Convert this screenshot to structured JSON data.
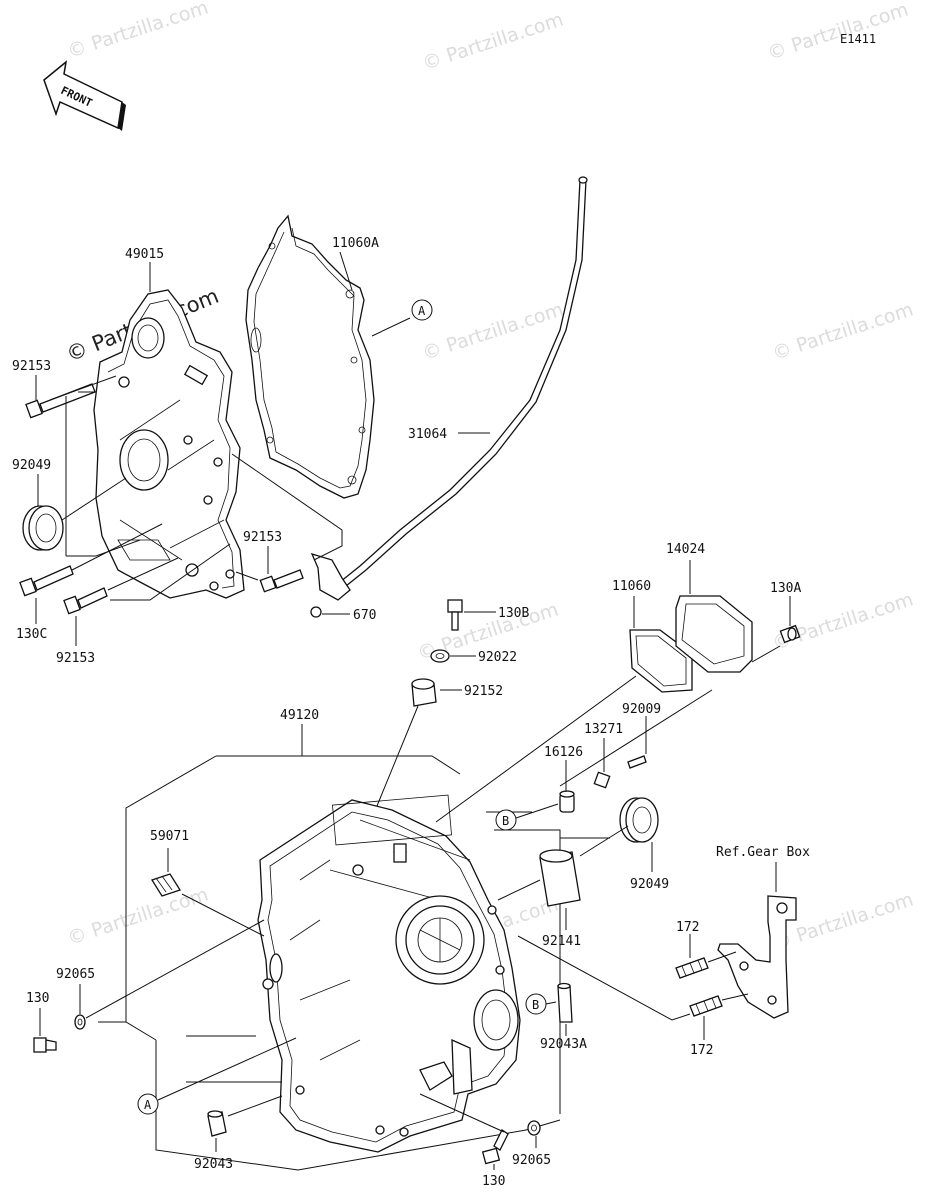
{
  "diagram_id": "E1411",
  "front_label": "FRONT",
  "watermark": "© Partzilla.com",
  "parts": [
    {
      "label": "49015"
    },
    {
      "label": "11060A"
    },
    {
      "label": "92153"
    },
    {
      "label": "92049"
    },
    {
      "label": "31064"
    },
    {
      "label": "92153"
    },
    {
      "label": "130C"
    },
    {
      "label": "92153"
    },
    {
      "label": "670"
    },
    {
      "label": "130B"
    },
    {
      "label": "92022"
    },
    {
      "label": "92152"
    },
    {
      "label": "11060"
    },
    {
      "label": "14024"
    },
    {
      "label": "130A"
    },
    {
      "label": "49120"
    },
    {
      "label": "92009"
    },
    {
      "label": "13271"
    },
    {
      "label": "16126"
    },
    {
      "label": "59071"
    },
    {
      "label": "92049"
    },
    {
      "label": "92141"
    },
    {
      "label": "Ref.Gear Box"
    },
    {
      "label": "172"
    },
    {
      "label": "92065"
    },
    {
      "label": "130"
    },
    {
      "label": "92043A"
    },
    {
      "label": "172"
    },
    {
      "label": "92043"
    },
    {
      "label": "130"
    },
    {
      "label": "92065"
    }
  ],
  "refs": [
    {
      "letter": "A"
    },
    {
      "letter": "B"
    },
    {
      "letter": "B"
    },
    {
      "letter": "A"
    }
  ]
}
